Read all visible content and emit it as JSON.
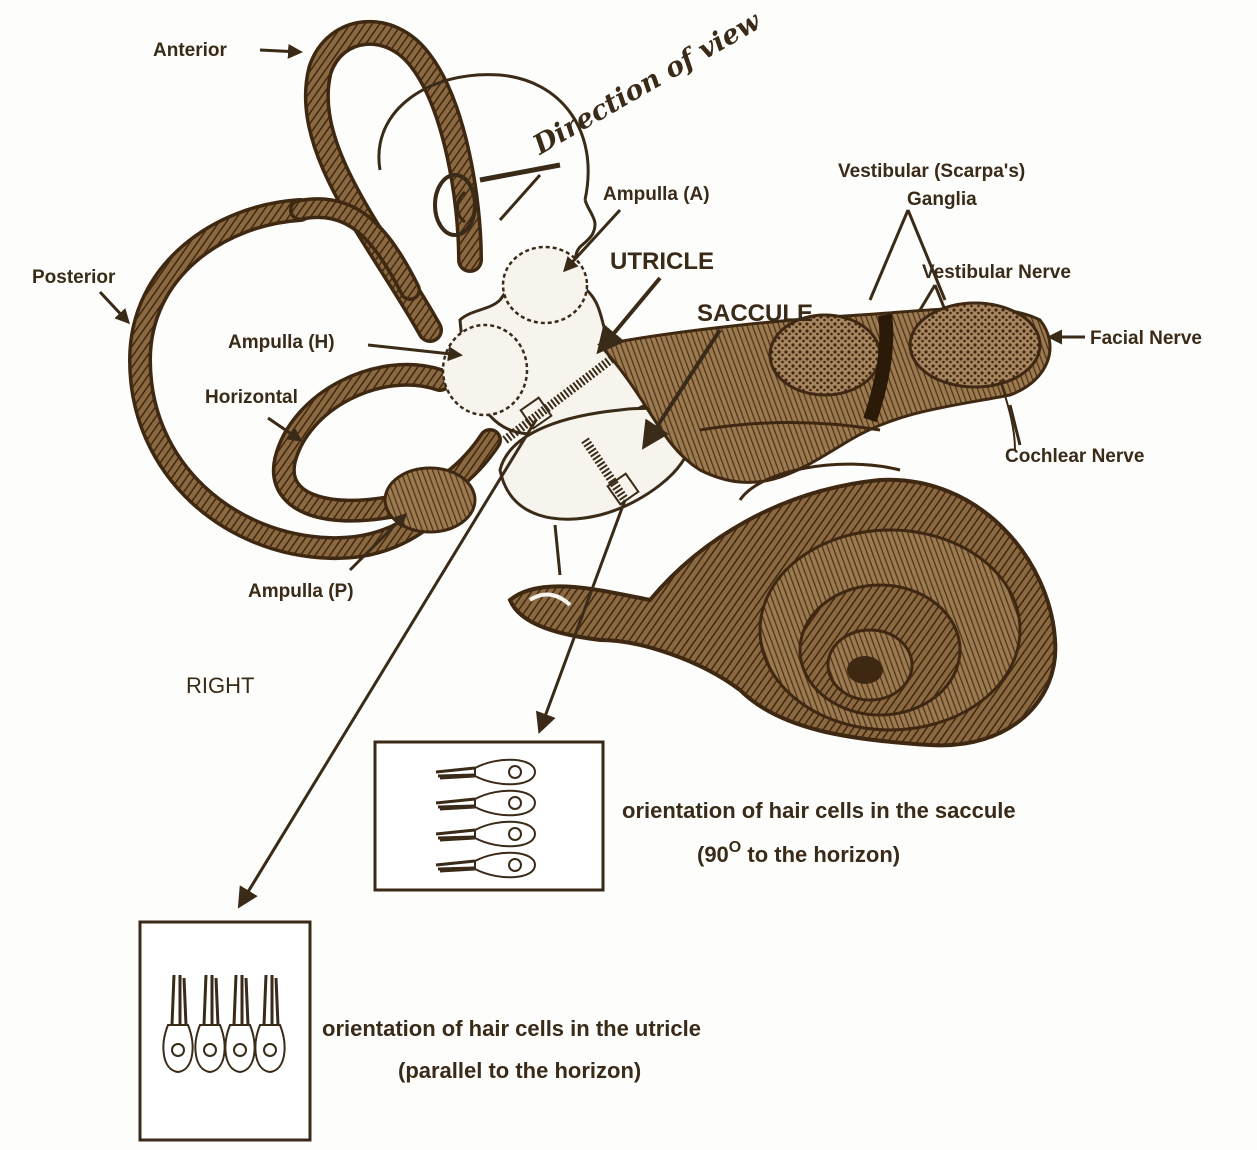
{
  "labels": {
    "anterior": "Anterior",
    "posterior": "Posterior",
    "horizontal": "Horizontal",
    "ampulla_a": "Ampulla (A)",
    "ampulla_h": "Ampulla (H)",
    "ampulla_p": "Ampulla (P)",
    "utricle": "UTRICLE",
    "saccule": "SACCULE",
    "direction_of_view": "Direction of view",
    "vestibular_ganglia_line1": "Vestibular (Scarpa's)",
    "vestibular_ganglia_line2": "Ganglia",
    "vestibular_nerve": "Vestibular Nerve",
    "facial_nerve": "Facial Nerve",
    "cochlear_nerve": "Cochlear Nerve",
    "side": "RIGHT"
  },
  "saccule_box": {
    "caption_line1": "orientation of hair cells in the saccule",
    "caption_line2_prefix": "(90",
    "caption_line2_sup": "O",
    "caption_line2_suffix": " to the horizon)"
  },
  "utricle_box": {
    "caption_line1": "orientation of hair cells in the utricle",
    "caption_line2": "(parallel to the horizon)"
  },
  "colors": {
    "ink": "#3a2a18",
    "bone": "#6b4a2a",
    "bone_dark": "#4a3018",
    "background": "#fdfdfb"
  }
}
